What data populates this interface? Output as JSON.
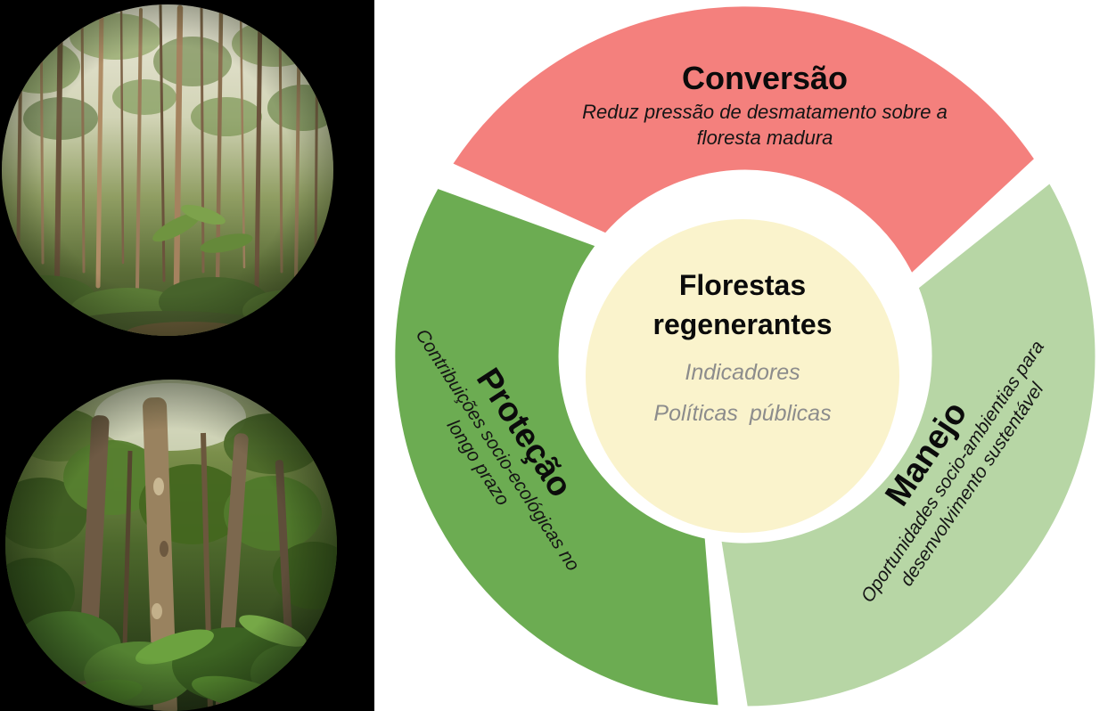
{
  "figure": {
    "background_color": "#FFFFFF",
    "photo_panel_color": "#000000"
  },
  "photos": [
    {
      "id": "young-regenerating-forest",
      "description": "circular photo: young regenerating forest with many thin stems"
    },
    {
      "id": "older-regenerating-forest",
      "description": "circular photo: dense older forest understory with large trunks"
    }
  ],
  "diagram": {
    "center": {
      "title_lines": [
        "Florestas",
        "regenerantes"
      ],
      "items": [
        "Indicadores",
        "Políticas públicas"
      ],
      "fill": "#FAF3CC",
      "muted_text_color": "#8C8C8C"
    },
    "segments": [
      {
        "id": "conversao",
        "title": "Conversão",
        "subtitle_lines": [
          "Reduz pressão de desmatamento sobre a",
          "floresta madura"
        ],
        "fill": "#F4807D"
      },
      {
        "id": "protecao",
        "title": "Proteção",
        "subtitle_lines": [
          "Contribuições socio-ecológicas no",
          "longo prazo"
        ],
        "fill": "#6CAC52"
      },
      {
        "id": "manejo",
        "title": "Manejo",
        "subtitle_lines": [
          "Oportunidades socio-ambientias para",
          "desenvolvimento sustentável"
        ],
        "fill": "#B7D6A5"
      }
    ]
  }
}
